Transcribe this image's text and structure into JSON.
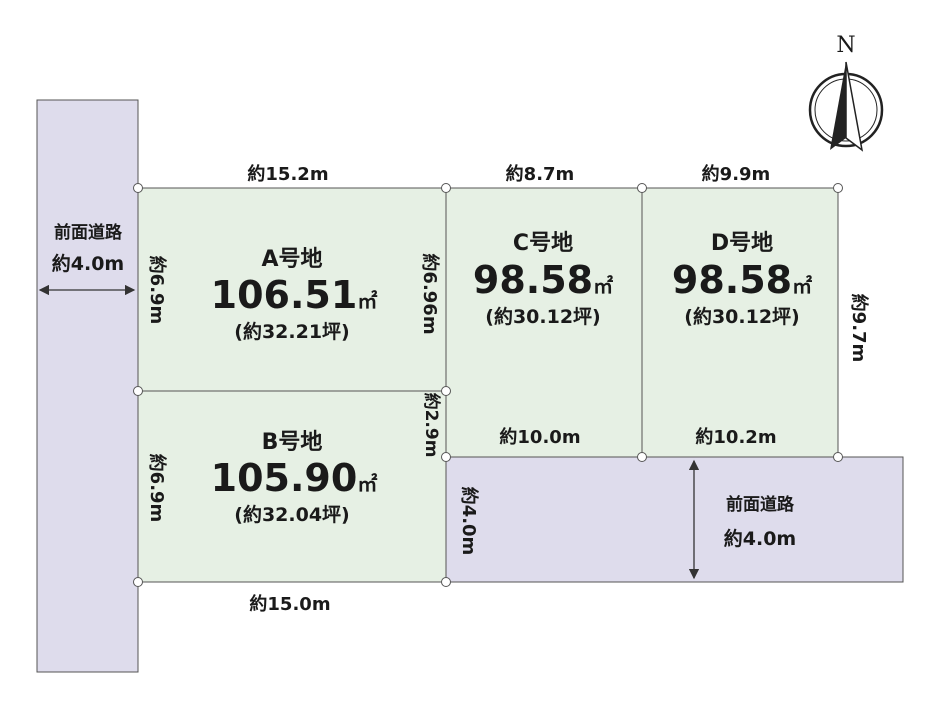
{
  "lots": [
    {
      "id": "A",
      "name": "A号地",
      "area": "106.51",
      "unit": "㎡",
      "tsubo": "(約32.21坪)"
    },
    {
      "id": "B",
      "name": "B号地",
      "area": "105.90",
      "unit": "㎡",
      "tsubo": "(約32.04坪)"
    },
    {
      "id": "C",
      "name": "C号地",
      "area": "98.58",
      "unit": "㎡",
      "tsubo": "(約30.12坪)"
    },
    {
      "id": "D",
      "name": "D号地",
      "area": "98.58",
      "unit": "㎡",
      "tsubo": "(約30.12坪)"
    }
  ],
  "dimensions": {
    "a_top": "約15.2m",
    "c_top": "約8.7m",
    "d_top": "約9.9m",
    "a_left": "約6.9m",
    "a_right": "約6.96m",
    "d_right": "約9.7m",
    "b_left": "約6.9m",
    "b_bottom": "約15.0m",
    "c_step": "約2.9m",
    "c_bottom": "約10.0m",
    "d_bottom": "約10.2m"
  },
  "roads": {
    "west": {
      "label": "前面道路",
      "width": "約4.0m"
    },
    "south": {
      "label": "前面道路",
      "width": "約4.0m",
      "side_width": "約4.0m"
    }
  },
  "compass": {
    "label": "N"
  },
  "colors": {
    "lot_fill": "#e6f0e4",
    "road_fill": "#dedcec",
    "line": "#555555"
  }
}
